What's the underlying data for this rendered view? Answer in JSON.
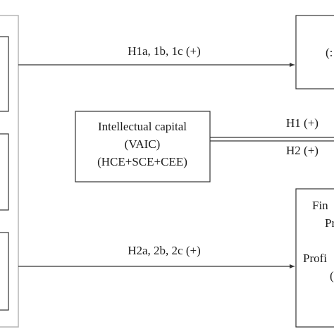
{
  "center_box": {
    "lines": [
      "Intellectual capital",
      "(VAIC)",
      "(HCE+SCE+CEE)"
    ]
  },
  "edges": {
    "top": "H1a, 1b, 1c (+)",
    "h1": "H1 (+)",
    "h2": "H2 (+)",
    "bottom": "H2a, 2b, 2c (+)"
  },
  "right_top_box": {
    "visible_text": "(:"
  },
  "right_bottom_box": {
    "lines": [
      "Fin",
      "Pr",
      "",
      "Profi",
      "("
    ]
  }
}
